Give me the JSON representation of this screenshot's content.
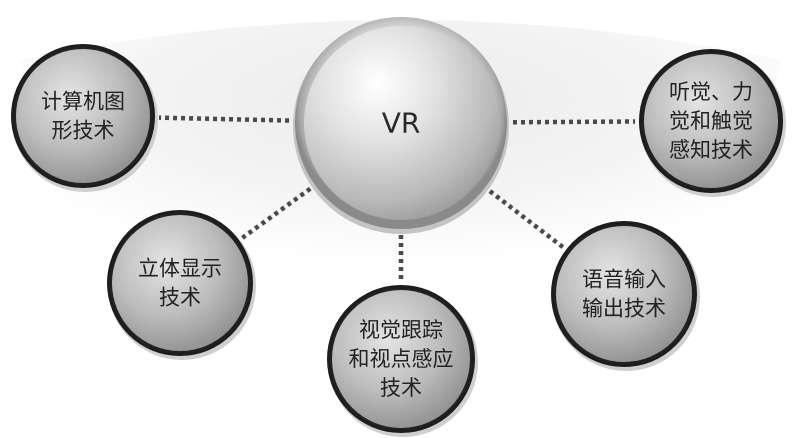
{
  "center": {
    "label": "VR"
  },
  "nodes": [
    {
      "id": "graphics",
      "lines": [
        "计算机图",
        "形技术"
      ]
    },
    {
      "id": "stereo-display",
      "lines": [
        "立体显示",
        "技术"
      ]
    },
    {
      "id": "tracking",
      "lines": [
        "视觉跟踪",
        "和视点感应",
        "技术"
      ]
    },
    {
      "id": "speech-io",
      "lines": [
        "语音输入",
        "输出技术"
      ]
    },
    {
      "id": "haptics",
      "lines": [
        "听觉、力",
        "觉和触觉",
        "感知技术"
      ]
    }
  ]
}
